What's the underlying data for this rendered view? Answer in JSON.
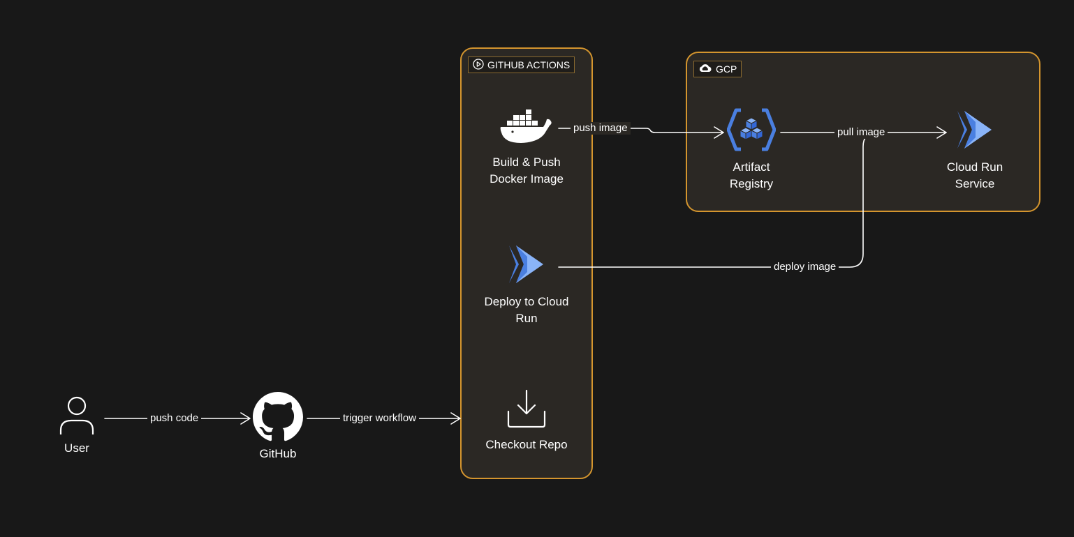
{
  "groups": {
    "github_actions": {
      "tag": "GITHUB ACTIONS",
      "tag_icon": "play-circle-icon"
    },
    "gcp": {
      "tag": "GCP",
      "tag_icon": "cloud-icon"
    }
  },
  "nodes": {
    "user": {
      "label": "User",
      "icon": "user-icon"
    },
    "github": {
      "label": "GitHub",
      "icon": "github-icon"
    },
    "build_push": {
      "line1": "Build & Push",
      "line2": "Docker Image",
      "icon": "docker-icon"
    },
    "deploy": {
      "line1": "Deploy to Cloud",
      "line2": "Run",
      "icon": "cloud-run-icon"
    },
    "checkout": {
      "label": "Checkout Repo",
      "icon": "download-icon"
    },
    "artifact": {
      "line1": "Artifact",
      "line2": "Registry",
      "icon": "artifact-registry-icon"
    },
    "cloud_run": {
      "line1": "Cloud Run",
      "line2": "Service",
      "icon": "cloud-run-icon"
    }
  },
  "edges": {
    "push_code": "push code",
    "trigger_workflow": "trigger workflow",
    "push_image": "push image",
    "pull_image": "pull image",
    "deploy_image": "deploy image"
  },
  "colors": {
    "background": "#181818",
    "group_border": "#d4952e",
    "group_fill": "#2b2824",
    "gcp_blue_dark": "#4a7fe0",
    "gcp_blue_light": "#8ab4f8"
  }
}
